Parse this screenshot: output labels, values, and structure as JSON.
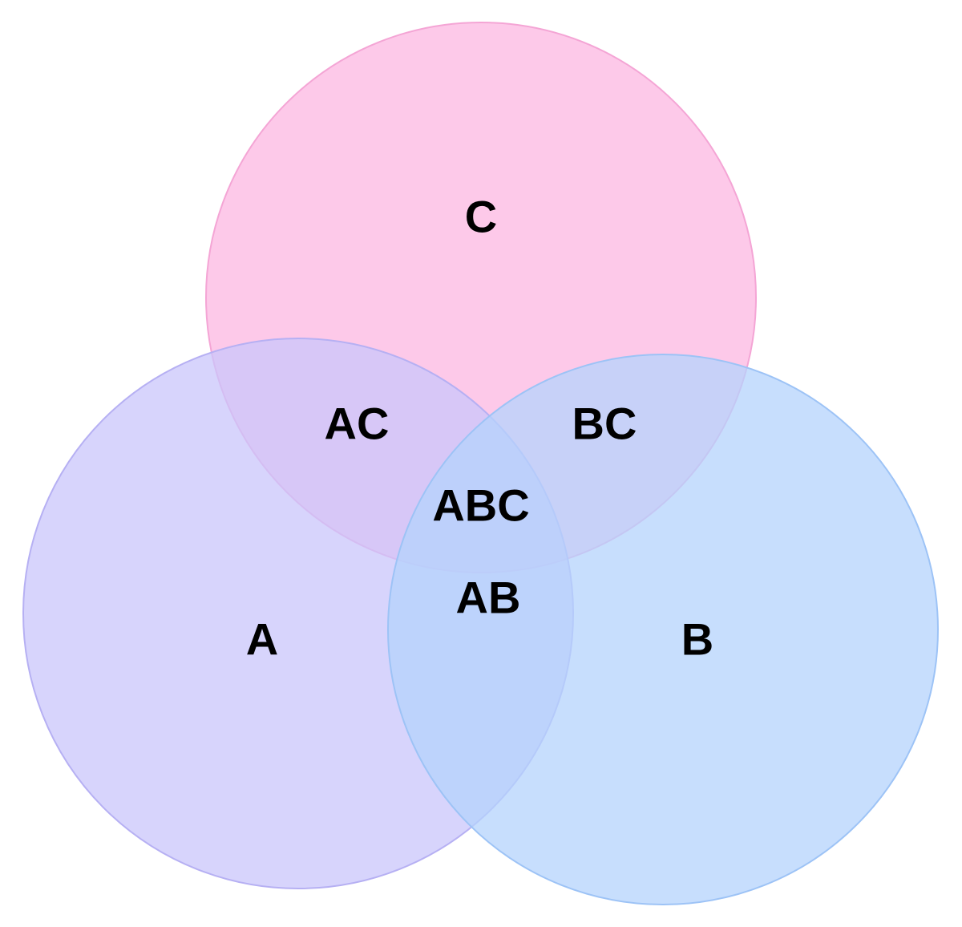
{
  "sets": {
    "a": {
      "label": "A",
      "fill": "#C9C5FB",
      "stroke": "#B6B0F3"
    },
    "b": {
      "label": "B",
      "fill": "#B4D3FC",
      "stroke": "#9DC3F6"
    },
    "c": {
      "label": "C",
      "fill": "#FCBCE4",
      "stroke": "#F4A5D5"
    }
  },
  "intersections": {
    "ac": "AC",
    "bc": "BC",
    "ab": "AB",
    "abc": "ABC"
  },
  "colors": {
    "background": "#FFFFFF",
    "label_text": "#000000"
  }
}
